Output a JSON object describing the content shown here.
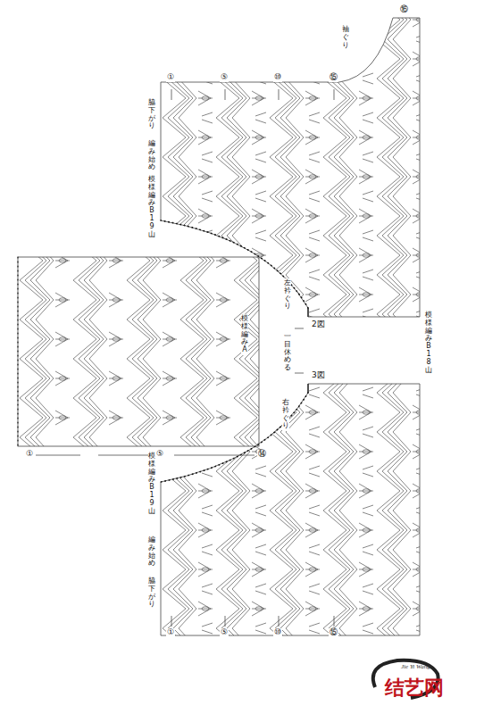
{
  "diagram": {
    "labels": [
      "袖ぐり",
      "⑯",
      "⑮",
      "⑩",
      "⑤",
      "①",
      "脇下がり",
      "編み始め",
      "模様編みB 19山",
      "左衿ぐり",
      "2図",
      "一目休める",
      "3図",
      "右衿ぐり",
      "模様編みB 18山",
      "模様編みA",
      "①",
      "⑤",
      "⑭",
      "模様編みB 19山",
      "編み始め",
      "脇下がり",
      "①",
      "⑤",
      "⑩",
      "⑮",
      "Jie Yi Wang",
      "结艺网"
    ]
  }
}
